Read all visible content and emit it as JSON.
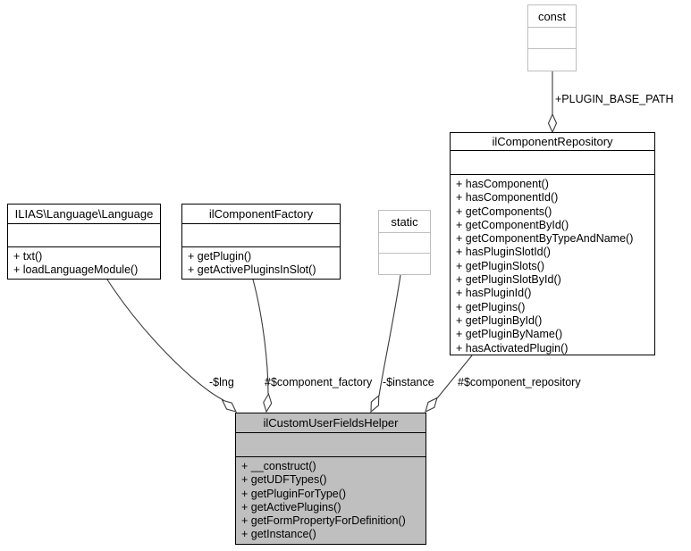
{
  "diagram": {
    "classes": {
      "const": {
        "title": "const"
      },
      "static": {
        "title": "static"
      },
      "language": {
        "title": "ILIAS\\Language\\Language",
        "methods": [
          "+ txt()",
          "+ loadLanguageModule()"
        ]
      },
      "factory": {
        "title": "ilComponentFactory",
        "methods": [
          "+ getPlugin()",
          "+ getActivePluginsInSlot()"
        ]
      },
      "repository": {
        "title": "ilComponentRepository",
        "methods": [
          "+ hasComponent()",
          "+ hasComponentId()",
          "+ getComponents()",
          "+ getComponentById()",
          "+ getComponentByTypeAndName()",
          "+ hasPluginSlotId()",
          "+ getPluginSlots()",
          "+ getPluginSlotById()",
          "+ hasPluginId()",
          "+ getPlugins()",
          "+ getPluginById()",
          "+ getPluginByName()",
          "+ hasActivatedPlugin()"
        ]
      },
      "helper": {
        "title": "ilCustomUserFieldsHelper",
        "methods": [
          "+ __construct()",
          "+ getUDFTypes()",
          "+ getPluginForType()",
          "+ getActivePlugins()",
          "+ getFormPropertyForDefinition()",
          "+ getInstance()"
        ]
      }
    },
    "edge_labels": {
      "plugin_base_path": "+PLUGIN_BASE_PATH",
      "lng": "-$lng",
      "component_factory": "#$component_factory",
      "instance": "-$instance",
      "component_repository": "#$component_repository"
    },
    "colors": {
      "helper_fill": "#bfbfbf",
      "muted_border": "#bebebe",
      "box_border": "#000000",
      "edge": "#3a3a3a"
    }
  }
}
